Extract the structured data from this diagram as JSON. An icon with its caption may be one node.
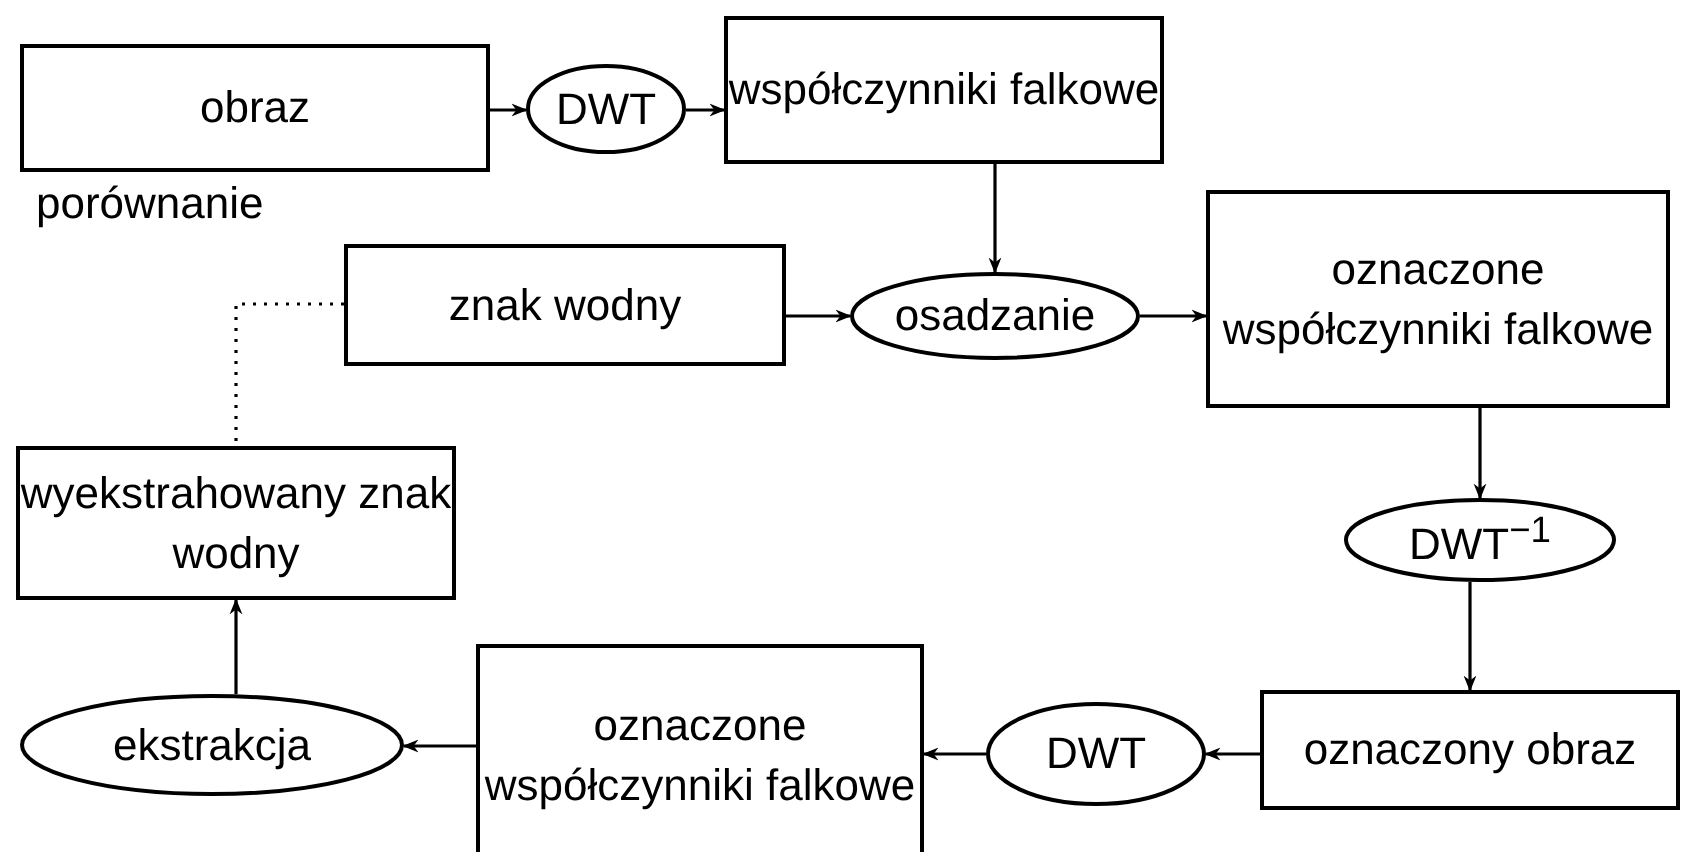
{
  "diagram": {
    "nodes": [
      {
        "text": [
          "obraz"
        ]
      },
      {
        "text": [
          "DWT"
        ]
      },
      {
        "text": [
          "współczynniki falkowe"
        ]
      },
      {
        "text": [
          "znak wodny"
        ]
      },
      {
        "text": [
          "osadzanie"
        ]
      },
      {
        "text": [
          "oznaczone współczynniki falkowe"
        ]
      },
      {
        "text": [
          "wyekstrahowany znak wodny"
        ]
      },
      {
        "text": [
          "DWT$^{−1}$"
        ]
      },
      {
        "text": [
          "ekstrakcja"
        ]
      },
      {
        "text": [
          "oznaczone współczynniki falkowe"
        ]
      },
      {
        "text": [
          "DWT"
        ]
      },
      {
        "text": [
          "oznaczony obraz"
        ]
      }
    ],
    "edges": [
      {
        "from": 0,
        "to": 1,
        "arrow": "to"
      },
      {
        "from": 1,
        "to": 2,
        "arrow": "to"
      },
      {
        "from": 2,
        "to": 4,
        "arrow": "to"
      },
      {
        "from": 3,
        "to": 4,
        "arrow": "to"
      },
      {
        "from": 4,
        "to": 5,
        "arrow": "to"
      },
      {
        "from": 5,
        "to": 7,
        "arrow": "to"
      },
      {
        "from": 7,
        "to": 11,
        "arrow": "to"
      },
      {
        "from": 11,
        "to": 10,
        "arrow": "to"
      },
      {
        "from": 10,
        "to": 9,
        "arrow": "to"
      },
      {
        "from": 9,
        "to": 8,
        "arrow": "to"
      },
      {
        "from": 8,
        "to": 6,
        "arrow": "to"
      },
      {
        "from": 3,
        "to": 6,
        "arrow": "none",
        "style": "dashed",
        "label": "porównanie"
      }
    ]
  }
}
